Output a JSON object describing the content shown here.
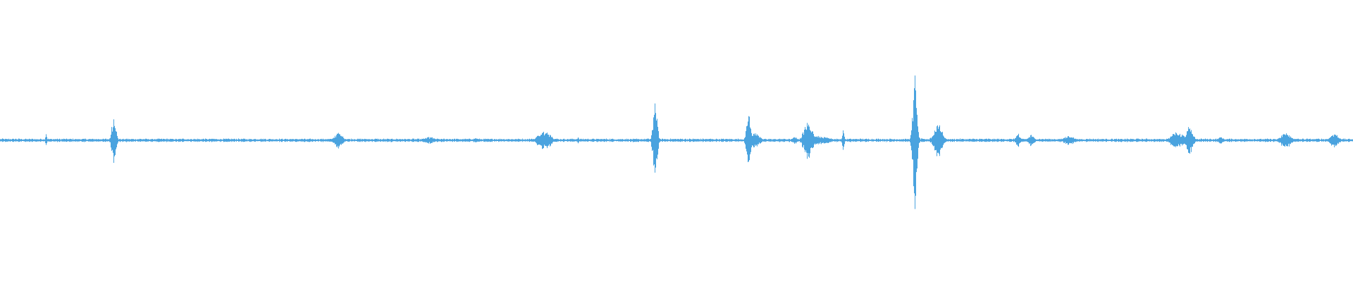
{
  "waveform": {
    "color": "#4aa3df",
    "background": "#ffffff",
    "amplitude_range": [
      -1,
      1
    ],
    "baseline_amplitude": 0.012,
    "events": [
      {
        "position": 0.034,
        "amplitude": 0.05,
        "width": 0.0008
      },
      {
        "position": 0.084,
        "amplitude": 0.18,
        "width": 0.002
      },
      {
        "position": 0.193,
        "amplitude": 0.015,
        "width": 0.001
      },
      {
        "position": 0.25,
        "amplitude": 0.06,
        "width": 0.004
      },
      {
        "position": 0.317,
        "amplitude": 0.025,
        "width": 0.005
      },
      {
        "position": 0.351,
        "amplitude": 0.02,
        "width": 0.002
      },
      {
        "position": 0.402,
        "amplitude": 0.07,
        "width": 0.006
      },
      {
        "position": 0.427,
        "amplitude": 0.02,
        "width": 0.001
      },
      {
        "position": 0.484,
        "amplitude": 0.3,
        "width": 0.002
      },
      {
        "position": 0.553,
        "amplitude": 0.2,
        "width": 0.002
      },
      {
        "position": 0.557,
        "amplitude": 0.06,
        "width": 0.005
      },
      {
        "position": 0.587,
        "amplitude": 0.03,
        "width": 0.002
      },
      {
        "position": 0.597,
        "amplitude": 0.14,
        "width": 0.004
      },
      {
        "position": 0.605,
        "amplitude": 0.03,
        "width": 0.01
      },
      {
        "position": 0.623,
        "amplitude": 0.09,
        "width": 0.001
      },
      {
        "position": 0.676,
        "amplitude": 0.47,
        "width": 0.002
      },
      {
        "position": 0.693,
        "amplitude": 0.12,
        "width": 0.004
      },
      {
        "position": 0.752,
        "amplitude": 0.05,
        "width": 0.002
      },
      {
        "position": 0.762,
        "amplitude": 0.04,
        "width": 0.003
      },
      {
        "position": 0.79,
        "amplitude": 0.035,
        "width": 0.005
      },
      {
        "position": 0.87,
        "amplitude": 0.06,
        "width": 0.006
      },
      {
        "position": 0.879,
        "amplitude": 0.11,
        "width": 0.003
      },
      {
        "position": 0.902,
        "amplitude": 0.03,
        "width": 0.002
      },
      {
        "position": 0.95,
        "amplitude": 0.06,
        "width": 0.005
      },
      {
        "position": 0.986,
        "amplitude": 0.05,
        "width": 0.004
      }
    ]
  }
}
